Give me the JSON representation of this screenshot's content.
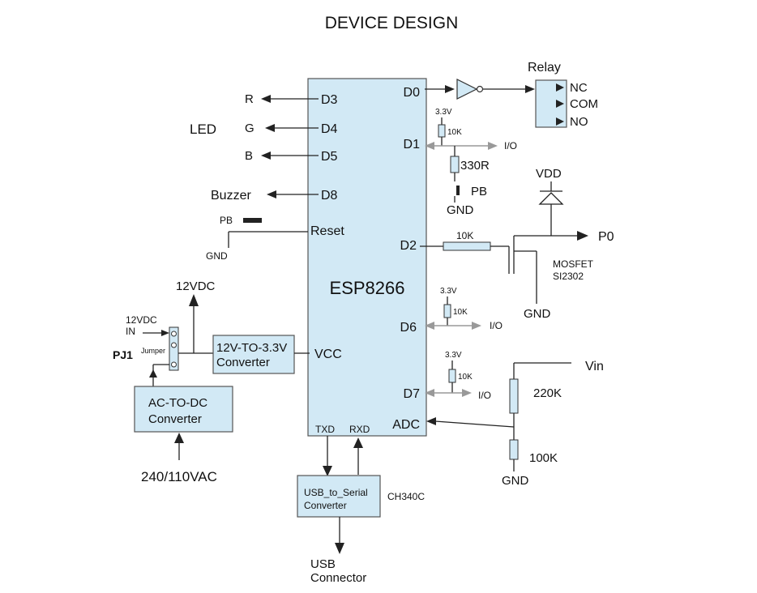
{
  "title": "DEVICE  DESIGN",
  "mcu": {
    "name": "ESP8266",
    "pins": {
      "d0": "D0",
      "d1": "D1",
      "d2": "D2",
      "d3": "D3",
      "d4": "D4",
      "d5": "D5",
      "d6": "D6",
      "d7": "D7",
      "d8": "D8",
      "reset": "Reset",
      "vcc": "VCC",
      "adc": "ADC",
      "txd": "TXD",
      "rxd": "RXD"
    }
  },
  "led": {
    "label": "LED",
    "r": "R",
    "g": "G",
    "b": "B"
  },
  "buzzer": "Buzzer",
  "reset_switch": {
    "pb": "PB",
    "gnd": "GND"
  },
  "relay": {
    "title": "Relay",
    "nc": "NC",
    "com": "COM",
    "no": "NO"
  },
  "d1_circuit": {
    "supply": "3.3V",
    "pullup": "10K",
    "io": "I/O",
    "series": "330R",
    "pb": "PB",
    "gnd": "GND"
  },
  "mosfet": {
    "vdd": "VDD",
    "gate_res": "10K",
    "out": "P0",
    "name": "MOSFET",
    "part": "SI2302",
    "gnd": "GND"
  },
  "d6_circuit": {
    "supply": "3.3V",
    "pullup": "10K",
    "io": "I/O"
  },
  "d7_circuit": {
    "supply": "3.3V",
    "pullup": "10K",
    "io": "I/O"
  },
  "adc_divider": {
    "vin": "Vin",
    "r_top": "220K",
    "r_bottom": "100K",
    "gnd": "GND"
  },
  "power": {
    "rail": "12VDC",
    "input_line1": "12VDC",
    "input_line2": "IN",
    "jumper_ref": "PJ1",
    "jumper": "Jumper",
    "regulator_line1": "12V-TO-3.3V",
    "regulator_line2": "Converter",
    "acdc_line1": "AC-TO-DC",
    "acdc_line2": "Converter",
    "mains": "240/110VAC"
  },
  "usb": {
    "converter_line1": "USB_to_Serial",
    "converter_line2": "Converter",
    "chip": "CH340C",
    "connector_line1": "USB",
    "connector_line2": "Connector"
  }
}
